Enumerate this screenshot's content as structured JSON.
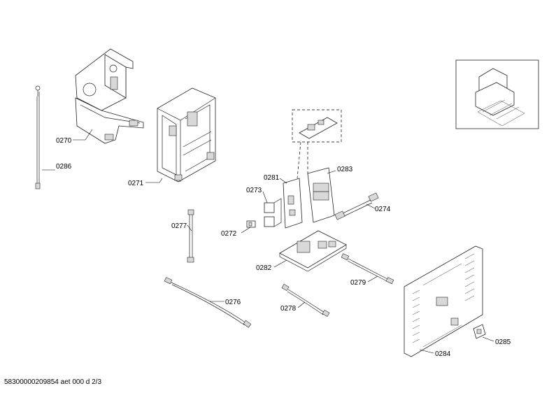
{
  "labels": {
    "p0270": "0270",
    "p0271": "0271",
    "p0272": "0272",
    "p0273": "0273",
    "p0274": "0274",
    "p0276": "0276",
    "p0277": "0277",
    "p0278": "0278",
    "p0279": "0279",
    "p0281": "0281",
    "p0282": "0282",
    "p0283": "0283",
    "p0284": "0284",
    "p0285": "0285",
    "p0286": "0286"
  },
  "footer": "58300000209854 aet 000 d 2/3"
}
